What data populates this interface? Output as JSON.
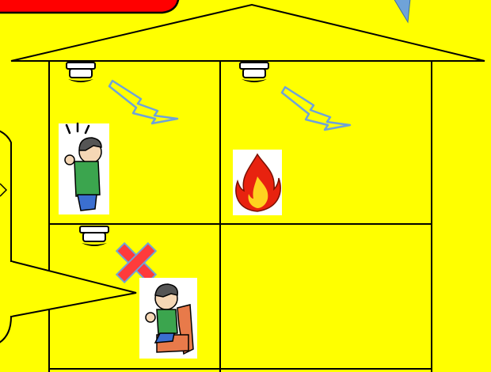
{
  "scene": {
    "background_color": "#FFFF00",
    "banner_color": "#FF0000",
    "house_outline_color": "#000000",
    "bubble_color": "#FFFF00",
    "cross_color": "#FF3B3B",
    "cross_outline_color": "#6FA3D8",
    "bolt_color": "#FFFF00",
    "bolt_outline_color": "#6FA3D8",
    "rooms": [
      {
        "id": "top-left",
        "detector": "smoke-detector-icon",
        "alarm": "alarm-signal-icon",
        "occupant": "alerted-person-icon"
      },
      {
        "id": "top-right",
        "detector": "smoke-detector-icon",
        "alarm": "alarm-signal-icon",
        "hazard": "fire-icon"
      },
      {
        "id": "bottom-left",
        "detector": "smoke-detector-icon",
        "status": "cross-mark-icon",
        "occupant": "seated-person-icon"
      },
      {
        "id": "bottom-right"
      }
    ]
  }
}
